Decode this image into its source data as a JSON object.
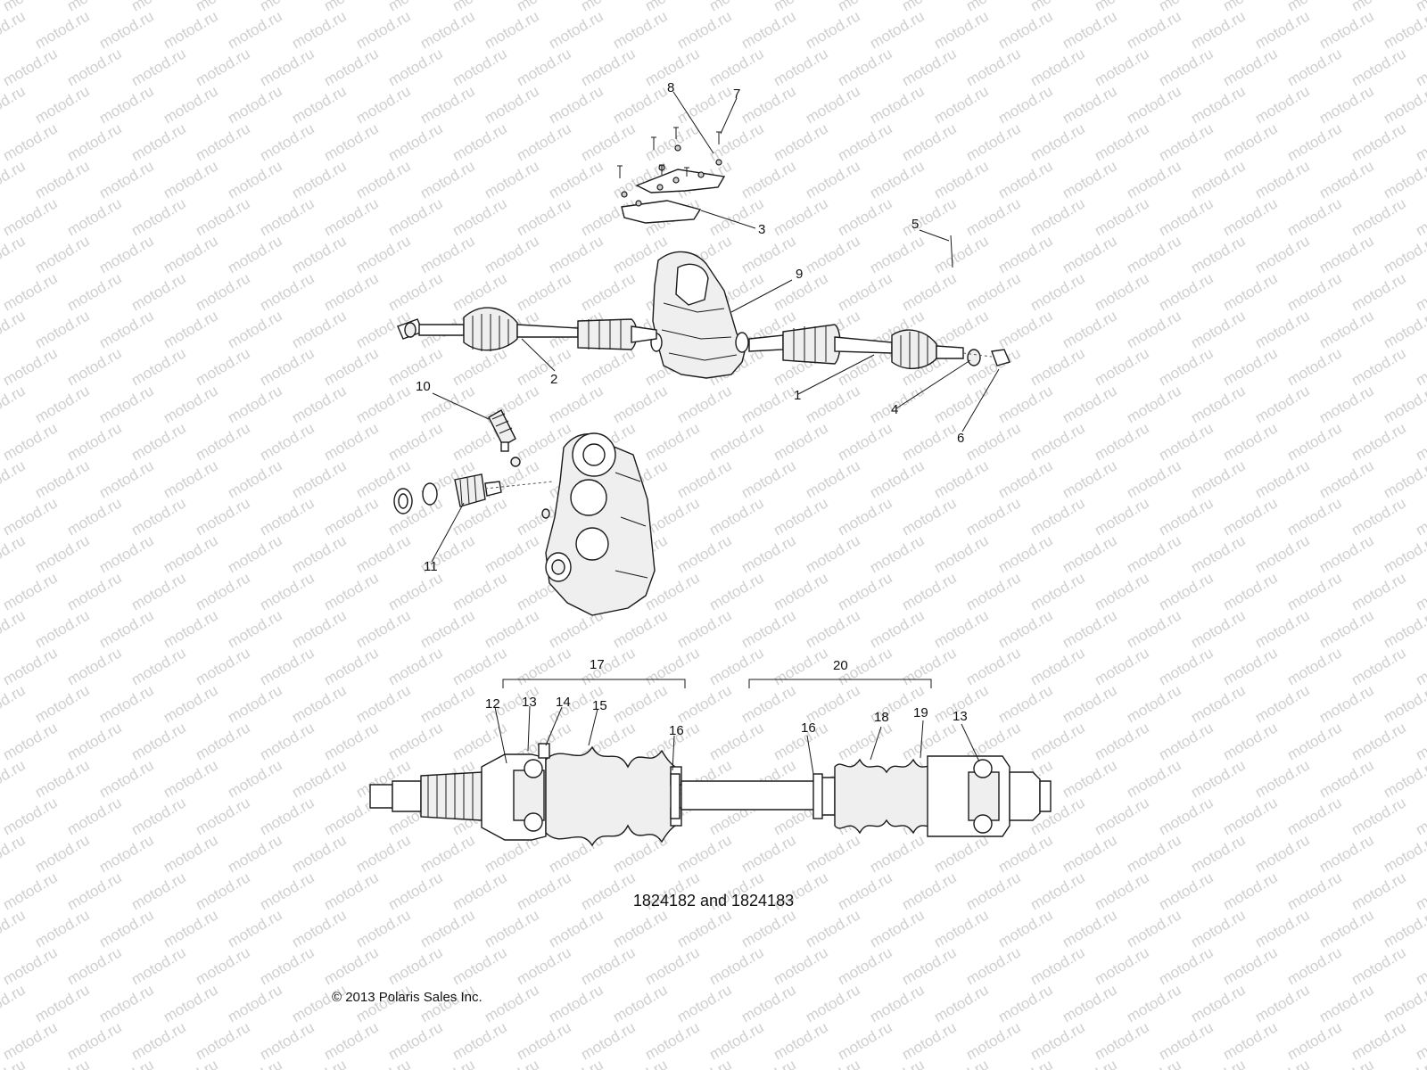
{
  "watermark": "motod.ru",
  "callouts": {
    "c1": "1",
    "c2": "2",
    "c3": "3",
    "c4": "4",
    "c5": "5",
    "c6": "6",
    "c7": "7",
    "c8": "8",
    "c9": "9",
    "c10": "10",
    "c11": "11",
    "c12": "12",
    "c13a": "13",
    "c13b": "13",
    "c14": "14",
    "c15": "15",
    "c16a": "16",
    "c16b": "16",
    "c17": "17",
    "c18": "18",
    "c19": "19",
    "c20": "20"
  },
  "caption": "1824182 and 1824183",
  "copyright": "© 2013 Polaris Sales Inc."
}
